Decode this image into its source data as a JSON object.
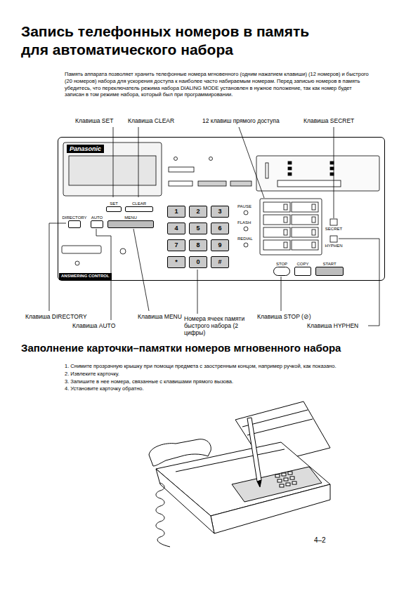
{
  "diagram": {
    "title": "Запись телефонных номеров в память для автоматического набора",
    "nodes": [
      {
        "text": [
          "Panasonic"
        ]
      },
      {
        "text": [
          "SET"
        ],
        "in": 0
      },
      {
        "text": [
          "CLEAR"
        ],
        "in": 0
      },
      {
        "text": [
          "DIRECTORY"
        ],
        "in": 0
      },
      {
        "text": [
          "AUTO"
        ],
        "in": 0
      },
      {
        "text": [
          "MENU"
        ],
        "in": 0
      },
      {
        "text": [
          "1"
        ],
        "in": 0
      },
      {
        "text": [
          "2"
        ],
        "in": 0
      },
      {
        "text": [
          "3"
        ],
        "in": 0
      },
      {
        "text": [
          "4"
        ],
        "in": 0
      },
      {
        "text": [
          "5"
        ],
        "in": 0
      },
      {
        "text": [
          "6"
        ],
        "in": 0
      },
      {
        "text": [
          "7"
        ],
        "in": 0
      },
      {
        "text": [
          "8"
        ],
        "in": 0
      },
      {
        "text": [
          "9"
        ],
        "in": 0
      },
      {
        "text": [
          "*"
        ],
        "in": 0
      },
      {
        "text": [
          "0"
        ],
        "in": 0
      },
      {
        "text": [
          "#"
        ],
        "in": 0
      },
      {
        "text": [
          "STOP"
        ],
        "in": 0
      },
      {
        "text": [
          "COPY"
        ],
        "in": 0
      },
      {
        "text": [
          "START"
        ],
        "in": 0
      }
    ],
    "labels": [
      "Память аппарата позволяет хранить телефонные номера мгновенного (одним нажатием клавиши) (12 номеров) и быстрого (20 номеров) набора для ускорения доступа к наиболее часто набираемым номерам. Перед записью номеров в память убедитесь, что переключатель режима набора DIALING MODE установлен в нужное положение, так как номер будет записан в том режиме набора, который был при программировании.",
      "Клавиша SET",
      "Клавиша CLEAR",
      "12 клавиш прямого доступа",
      "Клавиша SECRET",
      "Клавиша DIRECTORY",
      "Клавиша AUTO",
      "Клавиша MENU",
      "Номера ячеек памяти быстрого набора (2 цифры)",
      "Клавиша STOP (⊘)",
      "Клавиша HYPHEN",
      "Заполнение карточки–памятки номеров мгновенного набора",
      "1. Снимите прозрачную крышку при помощи предмета с заостренным концом, например ручкой, как показано.",
      "2. Извлеките карточку.",
      "3. Запишите в нее номера, связанные с клавишами прямого вызова.",
      "4. Установите карточку обратно.",
      "4–2",
      "PAUSE",
      "FLASH",
      "REDIAL",
      "ANSWERING CONTROL",
      "SECRET",
      "HYPHEN"
    ]
  }
}
